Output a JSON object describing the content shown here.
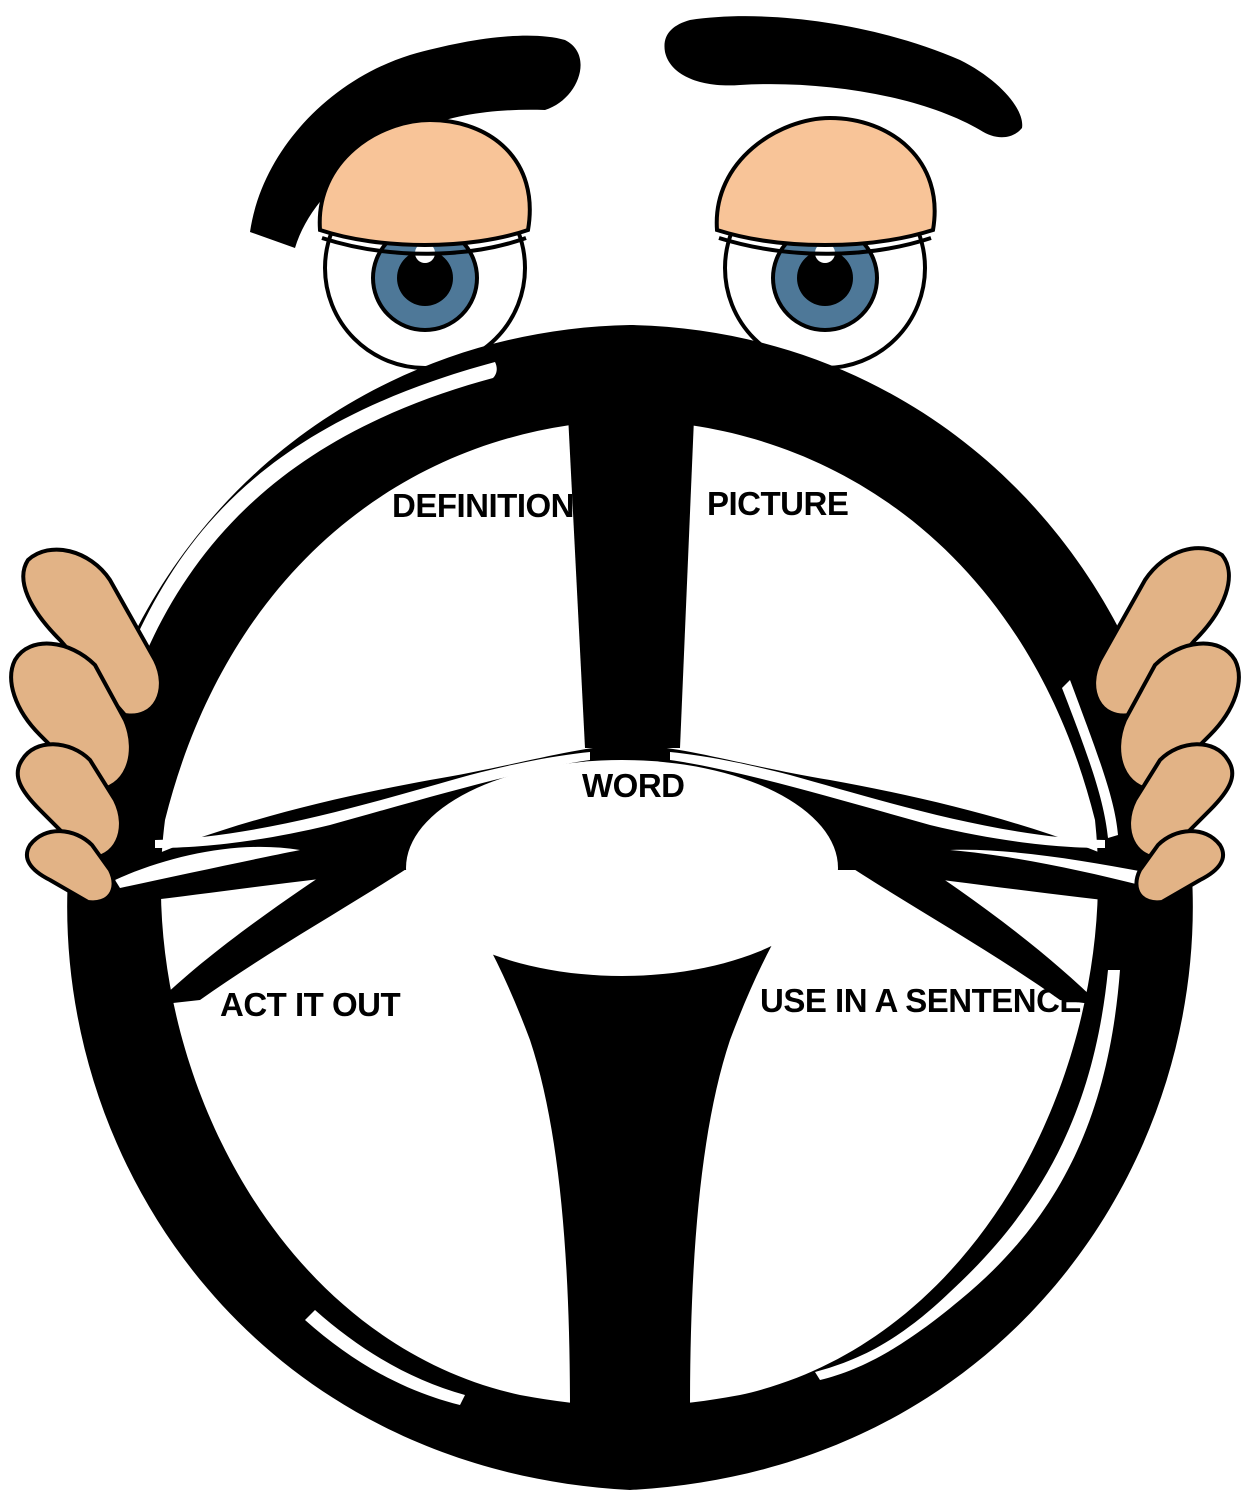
{
  "labels": {
    "definition": "DEFINITION",
    "picture": "PICTURE",
    "word": "WORD",
    "act_it_out": "ACT IT OUT",
    "use_in_sentence": "USE IN A SENTENCE"
  },
  "colors": {
    "wheel": "#000000",
    "background": "#ffffff",
    "eyelid": "#f8c498",
    "iris": "#4e7898",
    "hand": "#e2b386",
    "outline": "#000000"
  },
  "icons": {
    "eyebrows": "eyebrow-shape",
    "eyes": "cartoon-eye",
    "hands": "gripping-hand",
    "wheel": "steering-wheel"
  }
}
